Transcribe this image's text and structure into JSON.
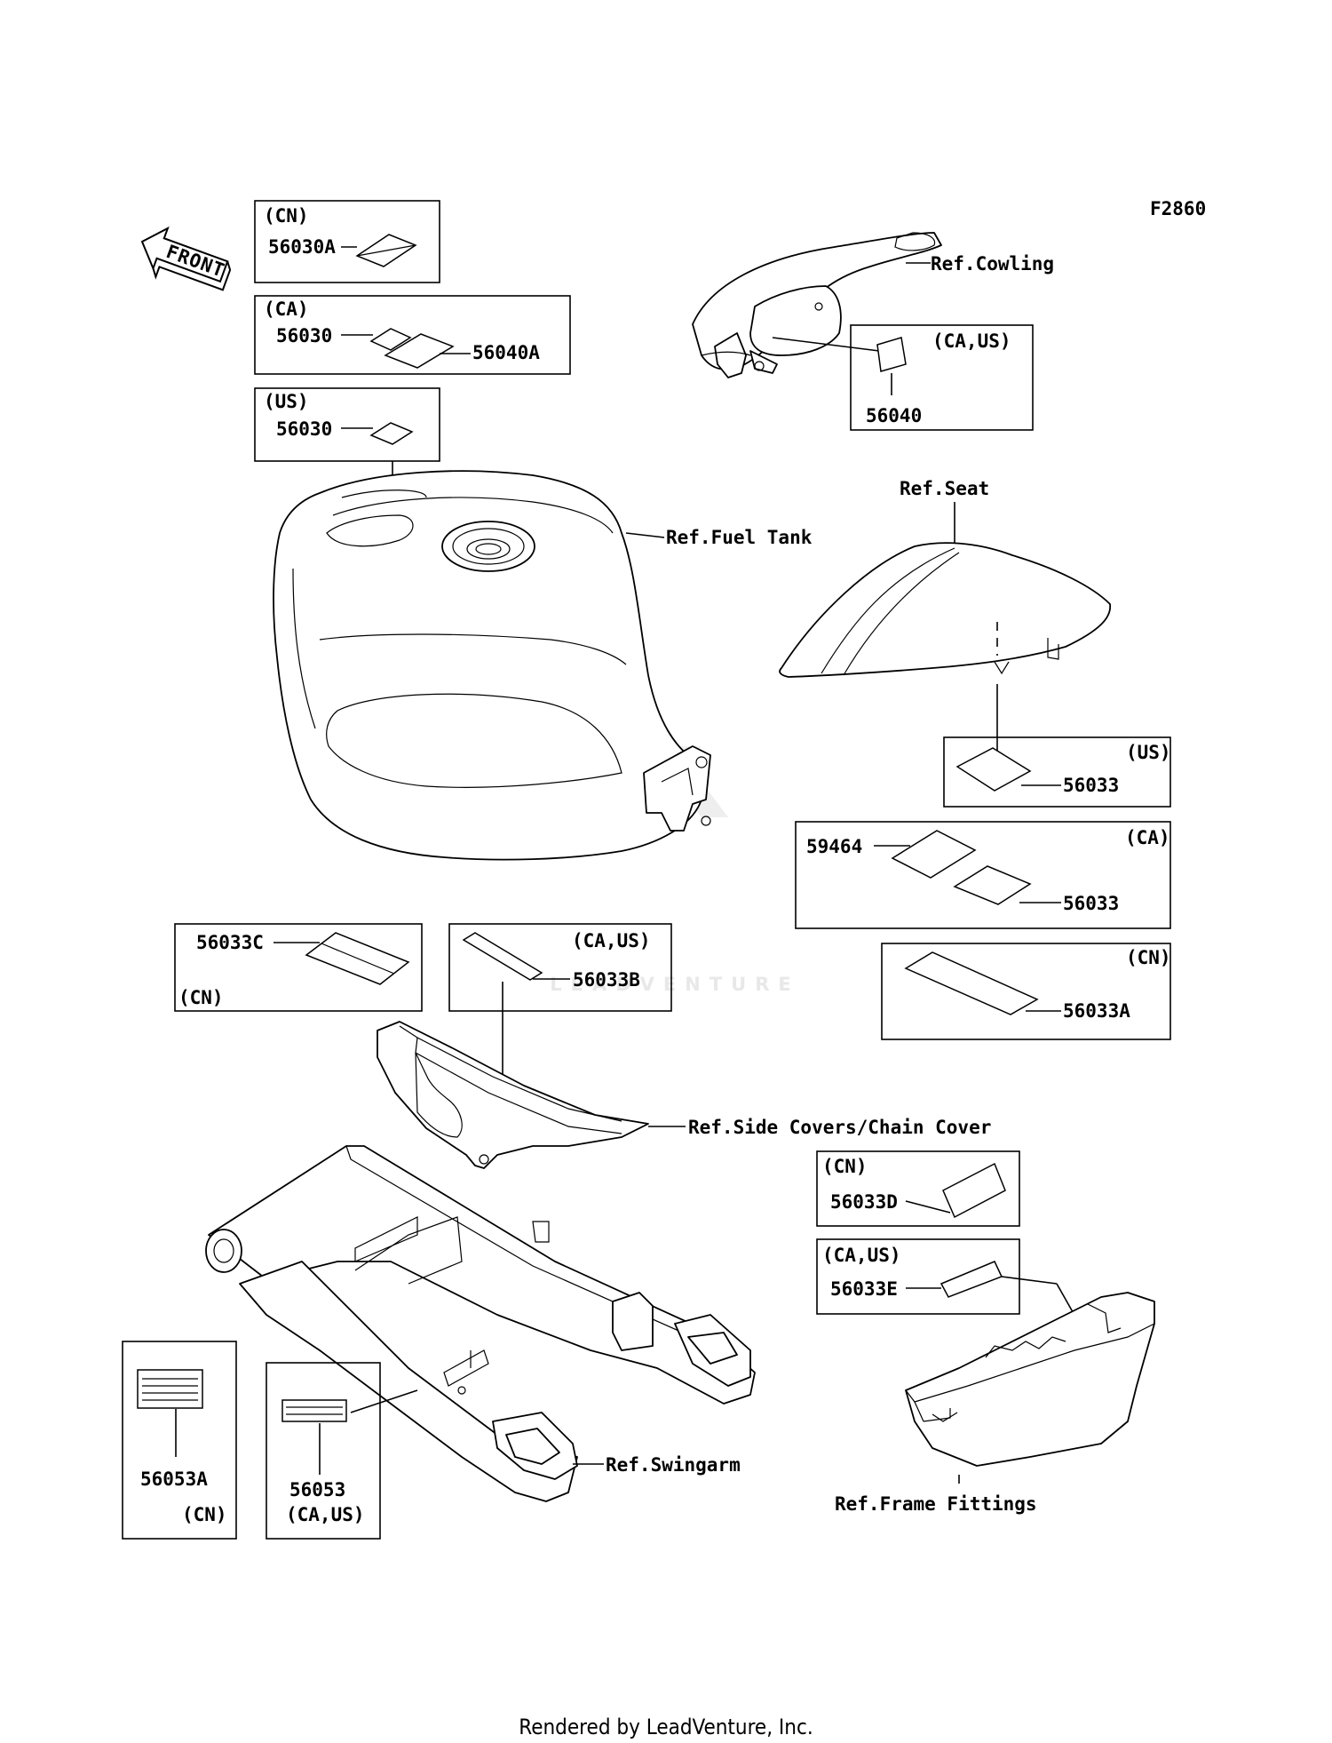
{
  "diagram_id": "F2860",
  "front_arrow": "FRONT",
  "watermark": "LEADVENTURE",
  "footer": "Rendered by LeadVenture, Inc.",
  "refs": {
    "cowling": "Ref.Cowling",
    "seat": "Ref.Seat",
    "fuel_tank": "Ref.Fuel Tank",
    "side_covers": "Ref.Side Covers/Chain Cover",
    "swingarm": "Ref.Swingarm",
    "frame_fittings": "Ref.Frame Fittings"
  },
  "boxes": {
    "cn_tank": {
      "region": "(CN)",
      "part": "56030A"
    },
    "ca_tank": {
      "region": "(CA)",
      "part1": "56030",
      "part2": "56040A"
    },
    "us_tank": {
      "region": "(US)",
      "part": "56030"
    },
    "cowl": {
      "region": "(CA,US)",
      "part": "56040"
    },
    "us_seat": {
      "region": "(US)",
      "part": "56033"
    },
    "ca_seat": {
      "region": "(CA)",
      "part1": "59464",
      "part2": "56033"
    },
    "cn_seat": {
      "region": "(CN)",
      "part": "56033A"
    },
    "cn_side": {
      "region": "(CN)",
      "part": "56033C"
    },
    "caus_side": {
      "region": "(CA,US)",
      "part": "56033B"
    },
    "cn_frame": {
      "region": "(CN)",
      "part": "56033D"
    },
    "caus_frame": {
      "region": "(CA,US)",
      "part": "56033E"
    },
    "cn_swing": {
      "region": "(CN)",
      "part": "56053A"
    },
    "caus_swing": {
      "region": "(CA,US)",
      "part": "56053"
    }
  }
}
